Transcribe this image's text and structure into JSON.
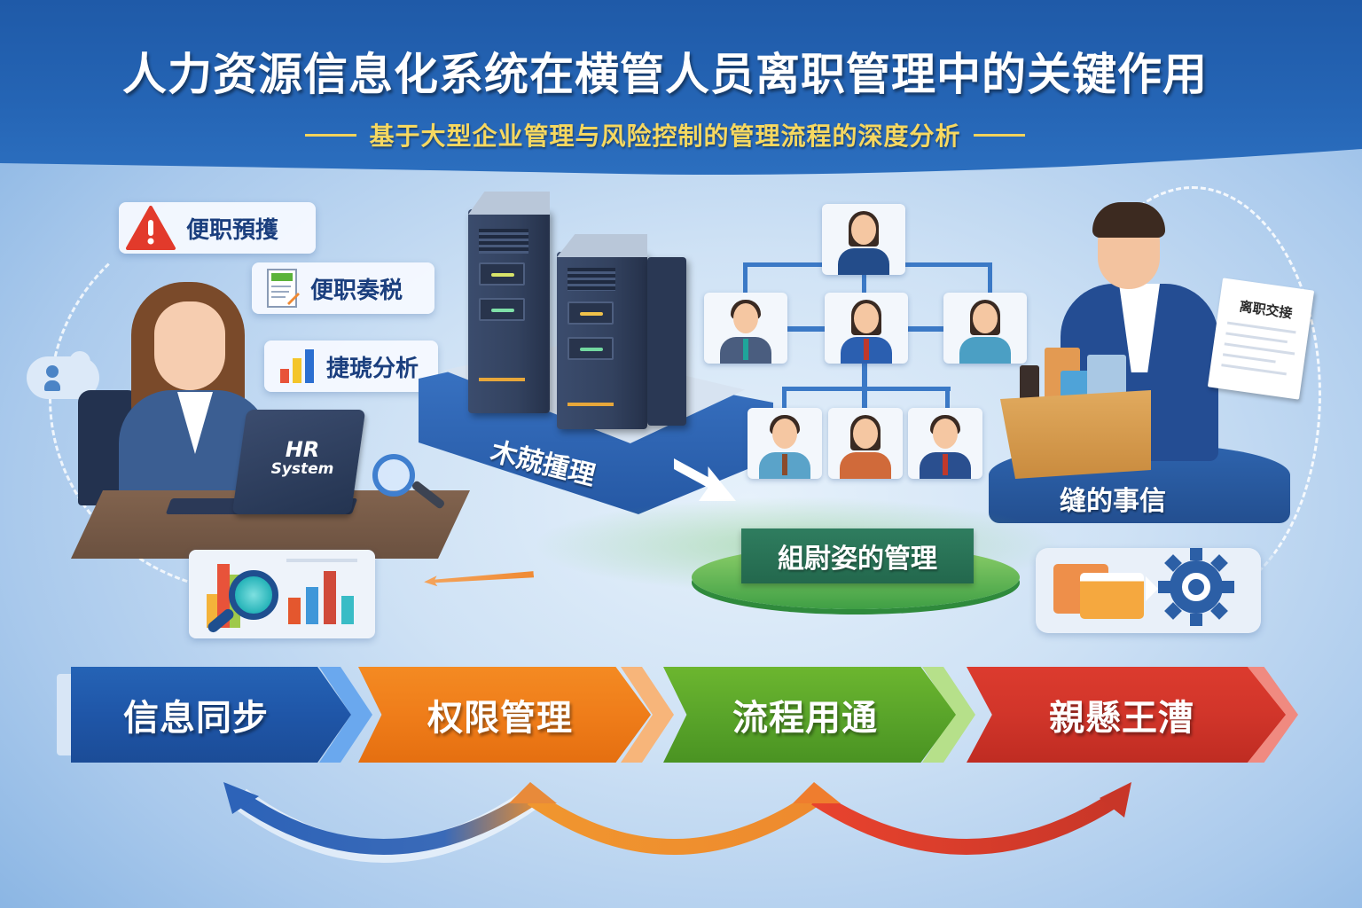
{
  "header": {
    "title": "人力资源信息化系统在横管人员离职管理中的关键作用",
    "subtitle": "基于大型企业管理与风险控制的管理流程的深度分析",
    "background_color": "#2565b5",
    "title_color": "#ffffff",
    "subtitle_color": "#f6d860"
  },
  "left_panel": {
    "callouts": [
      {
        "icon": "warning-icon",
        "label": "便职預擭",
        "icon_color": "#e23a2b"
      },
      {
        "icon": "document-edit-icon",
        "label": "便职奏税",
        "icon_color": "#5bb33a"
      },
      {
        "icon": "bar-chart-icon",
        "label": "捷琥分析",
        "icon_color": "#2b6fd1"
      }
    ],
    "laptop": {
      "line1": "HR",
      "line2": "System"
    },
    "cloud_icon": "cloud-user-icon"
  },
  "server_block": {
    "label": "木兢揰理",
    "led_colors": [
      "#d8e46a",
      "#7fe0a8",
      "#f0c24a",
      "#73d8a0"
    ],
    "accent_bar_color": "#e7a73a"
  },
  "org_chart": {
    "rows": [
      [
        {
          "gender": "female",
          "suit": "#234c8a",
          "tie": null
        }
      ],
      [
        {
          "gender": "male",
          "suit": "#4a5d7f",
          "tie": "#1fa59a"
        },
        {
          "gender": "female",
          "suit": "#2b5fb0",
          "tie": "#c0392b"
        },
        {
          "gender": "female",
          "suit": "#4b9fc4",
          "tie": null
        }
      ],
      [
        {
          "gender": "male",
          "suit": "#5aa3c9",
          "tie": "#8b4a2b"
        },
        {
          "gender": "female",
          "suit": "#d06a3a",
          "tie": null
        },
        {
          "gender": "male",
          "suit": "#2a4f8f",
          "tie": "#c0392b"
        }
      ]
    ],
    "line_color": "#3b79c6"
  },
  "departing_employee": {
    "document_title": "离职交接",
    "platform_label": "缝的事信",
    "platform_color": "#2e64ae"
  },
  "center_platform": {
    "label": "組尉姿的管理",
    "color": "#2f7d5f"
  },
  "folder_gear_card": {
    "icons": [
      "folder-icon",
      "folder-icon",
      "gear-icon"
    ],
    "folder_colors": [
      "#ee8f4a",
      "#f5a83f"
    ],
    "gear_color": "#2c5fa6"
  },
  "analytics_card": {
    "icons": [
      "bar-chart-icon",
      "magnifier-icon"
    ],
    "bar_colors": [
      "#f4b33a",
      "#e8533a",
      "#9fc94a",
      "#e4572e",
      "#3f97d9",
      "#d04a3a",
      "#39bcc6"
    ]
  },
  "process_steps": [
    {
      "label": "信息同步",
      "color": "#1f56a8",
      "accent": "#6aa8ee"
    },
    {
      "label": "权限管理",
      "color": "#ef7d1a",
      "accent": "#f7b57a"
    },
    {
      "label": "流程用通",
      "color": "#5aa52a",
      "accent": "#b6e08a"
    },
    {
      "label": "親懸王漕",
      "color": "#d1352a",
      "accent": "#f2a5a5"
    }
  ],
  "bottom_arcs": {
    "colors": [
      "#2d63b8",
      "#f29a2f",
      "#e8432e"
    ]
  }
}
